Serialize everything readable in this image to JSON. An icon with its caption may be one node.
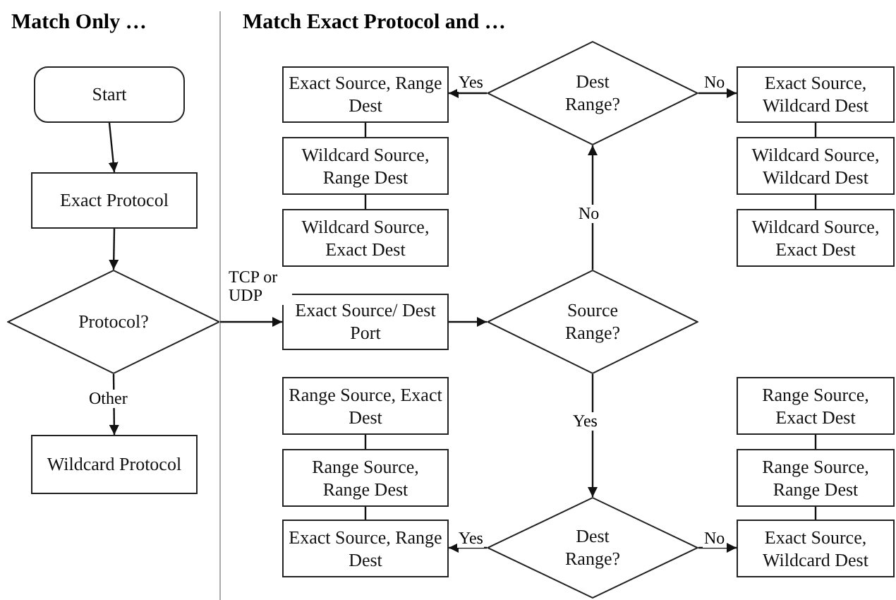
{
  "diagram": {
    "nodes": [
      {
        "text": [
          "Start"
        ]
      },
      {
        "text": [
          "Exact Protocol"
        ]
      },
      {
        "text": [
          "Protocol?"
        ]
      },
      {
        "text": [
          "Wildcard Protocol"
        ]
      },
      {
        "text": [
          "Exact Source/ Dest Port"
        ]
      },
      {
        "text": [
          "Source Range?"
        ]
      },
      {
        "text": [
          "Dest Range?"
        ]
      },
      {
        "text": [
          "Exact Source, Range Dest"
        ]
      },
      {
        "text": [
          "Wildcard Source, Range Dest"
        ]
      },
      {
        "text": [
          "Wildcard Source, Exact Dest"
        ]
      },
      {
        "text": [
          "Exact Source, Wildcard Dest"
        ]
      },
      {
        "text": [
          "Wildcard Source, Wildcard Dest"
        ]
      },
      {
        "text": [
          "Wildcard Source, Exact Dest"
        ]
      },
      {
        "text": [
          "Range Source, Exact Dest"
        ]
      },
      {
        "text": [
          "Range Source, Range Dest"
        ]
      },
      {
        "text": [
          "Exact Source, Range Dest"
        ]
      },
      {
        "text": [
          "Range Source, Exact Dest"
        ]
      },
      {
        "text": [
          "Range Source, Range Dest"
        ]
      },
      {
        "text": [
          "Exact Source, Wildcard Dest"
        ]
      },
      {
        "text": [
          "Dest Range?"
        ]
      }
    ],
    "edges": [
      {
        "from": 0,
        "to": 1,
        "arrow": "to"
      },
      {
        "from": 1,
        "to": 2,
        "arrow": "to"
      },
      {
        "from": 2,
        "to": 3,
        "arrow": "to",
        "label": "Other"
      },
      {
        "from": 2,
        "to": 4,
        "arrow": "to",
        "label": "TCP or UDP"
      },
      {
        "from": 4,
        "to": 5,
        "arrow": "to"
      },
      {
        "from": 5,
        "to": 6,
        "arrow": "to",
        "label": "No"
      },
      {
        "from": 5,
        "to": 19,
        "arrow": "to",
        "label": "Yes"
      },
      {
        "from": 6,
        "to": 7,
        "arrow": "to",
        "label": "Yes"
      },
      {
        "from": 6,
        "to": 10,
        "arrow": "to",
        "label": "No"
      },
      {
        "from": 19,
        "to": 15,
        "arrow": "to",
        "label": "Yes"
      },
      {
        "from": 19,
        "to": 18,
        "arrow": "to",
        "label": "No"
      },
      {
        "from": 7,
        "to": 8,
        "arrow": "none"
      },
      {
        "from": 8,
        "to": 9,
        "arrow": "none"
      },
      {
        "from": 10,
        "to": 11,
        "arrow": "none"
      },
      {
        "from": 11,
        "to": 12,
        "arrow": "none"
      },
      {
        "from": 13,
        "to": 14,
        "arrow": "none"
      },
      {
        "from": 14,
        "to": 15,
        "arrow": "none"
      },
      {
        "from": 16,
        "to": 17,
        "arrow": "none"
      },
      {
        "from": 17,
        "to": 18,
        "arrow": "none"
      }
    ],
    "labels": [
      "Match Only …",
      "Match Exact Protocol and …"
    ]
  }
}
